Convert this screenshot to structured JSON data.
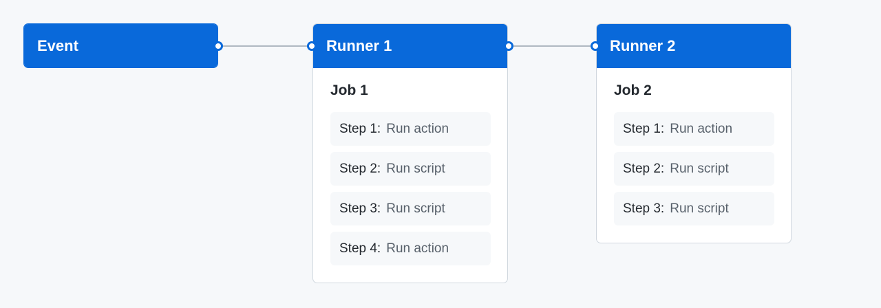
{
  "event": {
    "label": "Event"
  },
  "runners": [
    {
      "label": "Runner 1",
      "job": "Job 1",
      "steps": [
        {
          "label": "Step 1:",
          "action": "Run action"
        },
        {
          "label": "Step 2:",
          "action": "Run script"
        },
        {
          "label": "Step 3:",
          "action": "Run script"
        },
        {
          "label": "Step 4:",
          "action": "Run action"
        }
      ]
    },
    {
      "label": "Runner 2",
      "job": "Job 2",
      "steps": [
        {
          "label": "Step 1:",
          "action": "Run action"
        },
        {
          "label": "Step 2:",
          "action": "Run script"
        },
        {
          "label": "Step 3:",
          "action": "Run script"
        }
      ]
    }
  ],
  "colors": {
    "accent": "#0969da",
    "background": "#f6f8fa",
    "connector": "#afb8c1",
    "step_background": "#f6f8fa"
  }
}
